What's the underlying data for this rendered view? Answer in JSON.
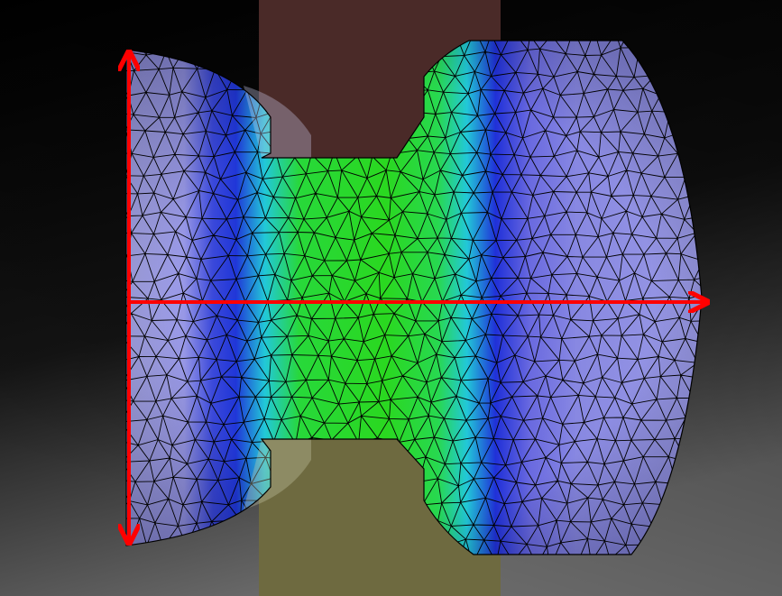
{
  "scene": {
    "description_visible_text": "",
    "colors": {
      "background_dark": "#000000",
      "background_light": "#6a6a6a",
      "upper_rod": "#4a2a28",
      "lower_rod": "#6e6a40",
      "mesh_low": "#9a9ae6",
      "mesh_mid": "#2030d8",
      "mesh_cyan": "#20d0d0",
      "mesh_high": "#28d828",
      "mesh_lines": "#000000",
      "arrow": "#ff0000"
    },
    "arrows": [
      {
        "name": "vertical-double-arrow",
        "direction": "up-down"
      },
      {
        "name": "horizontal-arrow",
        "direction": "right"
      }
    ]
  }
}
